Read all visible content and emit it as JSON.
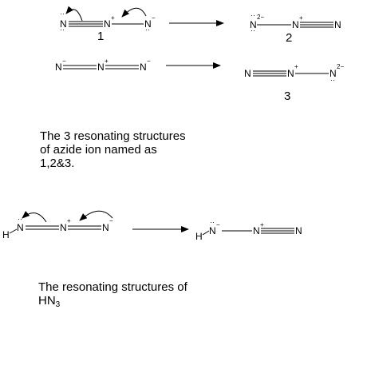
{
  "structures": {
    "s1": {
      "n1": "N",
      "n2": "N",
      "n3": "N",
      "n2_charge": "+",
      "n3_charge": "−",
      "label": "1"
    },
    "s2": {
      "n1": "N",
      "n1_charge": "2−",
      "n2": "N",
      "n2_charge": "+",
      "n3": "N",
      "label": "2"
    },
    "s_start": {
      "n1": "N",
      "n1_charge": "−",
      "n2": "N",
      "n2_charge": "+",
      "n3": "N",
      "n3_charge": "−"
    },
    "s3": {
      "n1": "N",
      "n2": "N",
      "n2_charge": "+",
      "n3": "N",
      "n3_charge": "2−",
      "label": "3"
    },
    "hn3_start": {
      "h": "H",
      "n1": "N",
      "n2": "N",
      "n2_charge": "+",
      "n3": "N",
      "n3_charge": "−"
    },
    "hn3_end": {
      "h": "H",
      "n1": "N",
      "n1_charge": "−",
      "n2": "N",
      "n2_charge": "+",
      "n3": "N"
    }
  },
  "captions": {
    "azide": [
      "The 3 resonating structures",
      "of azide ion named as",
      "1,2&3."
    ],
    "hn3_prefix": "The resonating structures of",
    "hn3_formula": "HN",
    "hn3_subscript": "3"
  },
  "colors": {
    "ink": "#000000",
    "background": "#ffffff"
  }
}
